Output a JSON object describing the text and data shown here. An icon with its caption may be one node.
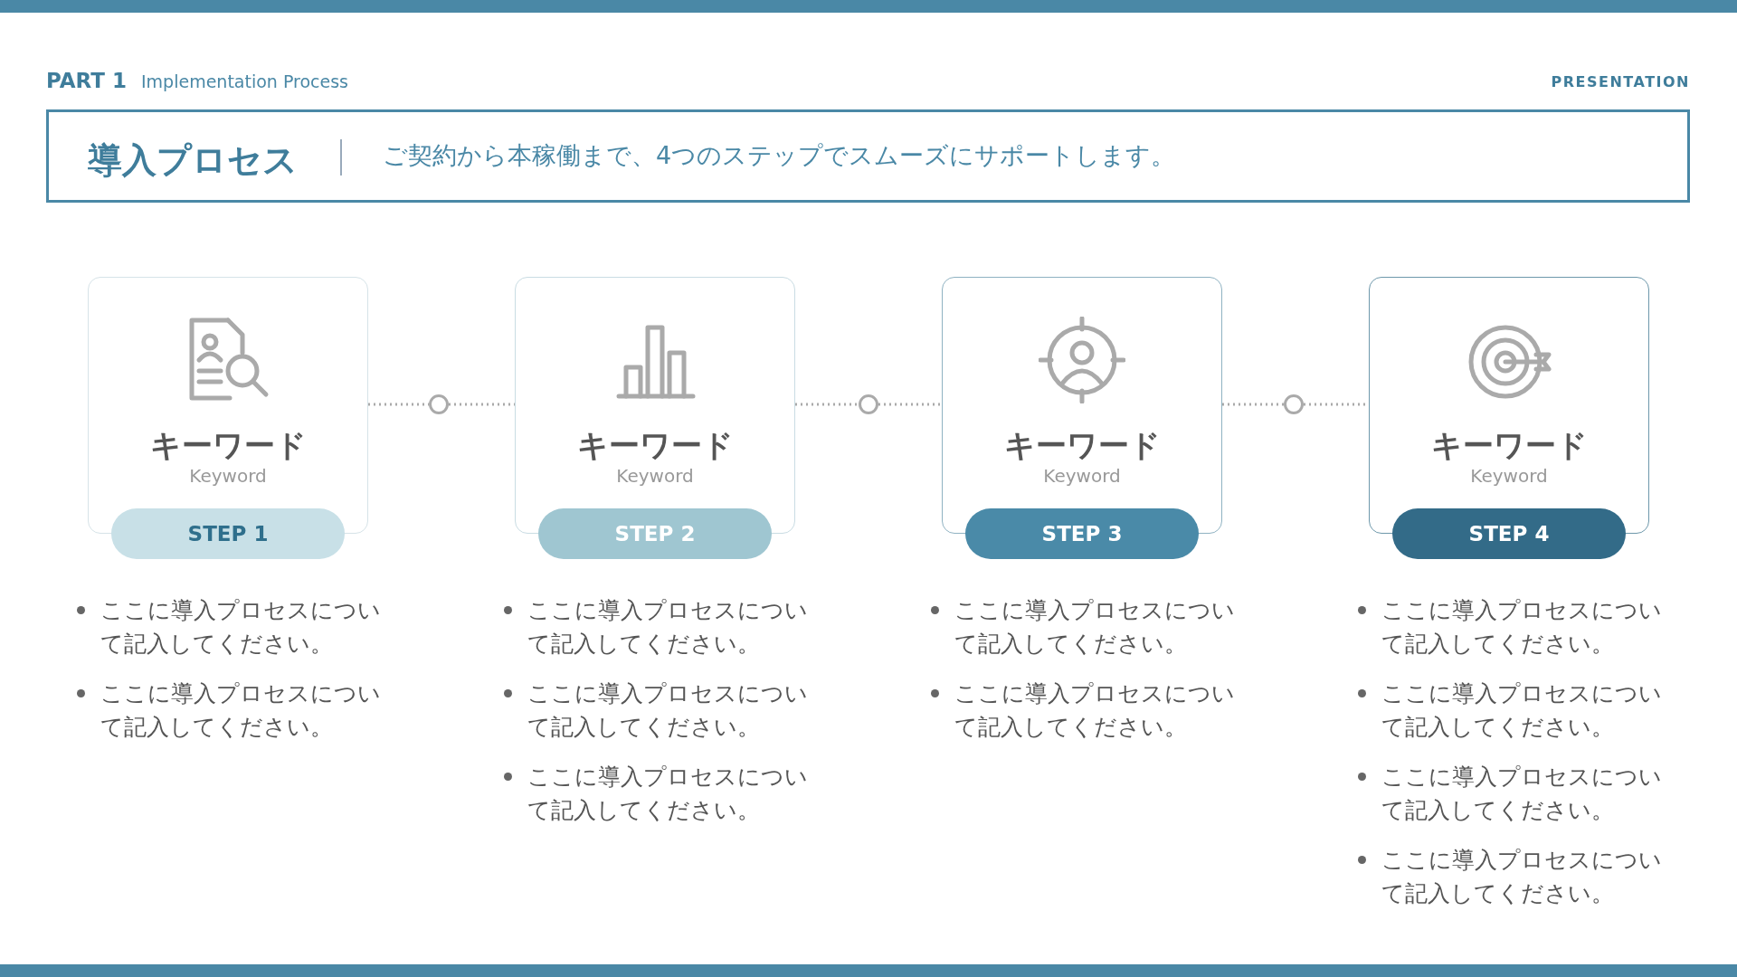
{
  "diagram": {
    "title": "導入プロセス",
    "nodes": [
      {
        "text": [
          "キーワード",
          "Keyword",
          "STEP 1"
        ],
        "beside": [
          "ここに導入プロセスについて記入してください。",
          "ここに導入プロセスについて記入してください。"
        ]
      },
      {
        "text": [],
        "shape": "circle"
      },
      {
        "text": [
          "キーワード",
          "Keyword",
          "STEP 2"
        ],
        "beside": [
          "ここに導入プロセスについて記入してください。",
          "ここに導入プロセスについて記入してください。",
          "ここに導入プロセスについて記入してください。"
        ]
      },
      {
        "text": [],
        "shape": "circle"
      },
      {
        "text": [
          "キーワード",
          "Keyword",
          "STEP 3"
        ],
        "beside": [
          "ここに導入プロセスについて記入してください。",
          "ここに導入プロセスについて記入してください。"
        ]
      },
      {
        "text": [],
        "shape": "circle"
      },
      {
        "text": [
          "キーワード",
          "Keyword",
          "STEP 4"
        ],
        "beside": [
          "ここに導入プロセスについて記入してください。",
          "ここに導入プロセスについて記入してください。",
          "ここに導入プロセスについて記入してください。",
          "ここに導入プロセスについて記入してください。"
        ]
      },
      {
        "text": [],
        "shape": "bar"
      },
      {
        "text": [],
        "shape": "bar"
      }
    ],
    "edges": [
      {
        "from": 0,
        "to": 1,
        "arrow": "none",
        "style": "dashed"
      },
      {
        "from": 1,
        "to": 2,
        "arrow": "none",
        "style": "dashed"
      },
      {
        "from": 2,
        "to": 3,
        "arrow": "none",
        "style": "dashed"
      },
      {
        "from": 3,
        "to": 4,
        "arrow": "none",
        "style": "dashed"
      },
      {
        "from": 4,
        "to": 5,
        "arrow": "none",
        "style": "dashed"
      },
      {
        "from": 5,
        "to": 6,
        "arrow": "none",
        "style": "dashed"
      }
    ],
    "labels": [
      "PART 1",
      "Implementation Process",
      "PRESENTATION",
      "ご契約から本稼働まで、4つのステップでスムーズにサポートします。"
    ]
  }
}
